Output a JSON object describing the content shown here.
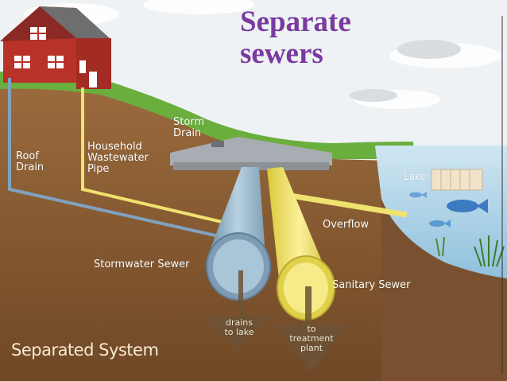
{
  "title": {
    "line1": "Separate",
    "line2": "sewers"
  },
  "labels": {
    "roof_drain": [
      "Roof",
      "Drain"
    ],
    "household_pipe": [
      "Household",
      "Wastewater",
      "Pipe"
    ],
    "storm_drain": [
      "Storm",
      "Drain"
    ],
    "lake": "Lake",
    "overflow": "Overflow",
    "stormwater_sewer": "Stormwater Sewer",
    "sanitary_sewer": "Sanitary Sewer",
    "drains_to_lake": [
      "drains",
      "to lake"
    ],
    "to_treatment": [
      "to",
      "treatment",
      "plant"
    ],
    "system": "Separated System"
  },
  "colors": {
    "title": "#7a3aa0",
    "sky": "#e9eef1",
    "grass": "#6aae3e",
    "soil": "#84572f",
    "storm_pipe": "#8eb0c8",
    "sanitary_pipe": "#efe26e",
    "lake": "#a9d2e9",
    "house": "#b8322a"
  }
}
